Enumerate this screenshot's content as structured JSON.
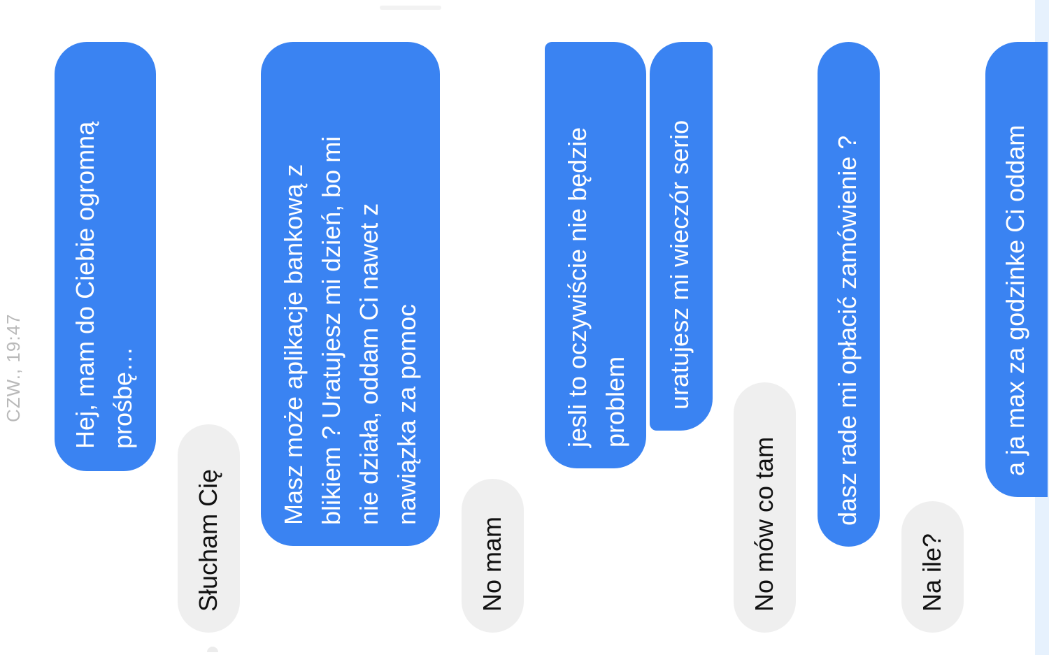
{
  "conversation": {
    "timestamp": "CZW., 19:47",
    "messages": [
      {
        "sender": "me",
        "lines": [
          "Hej, mam do Ciebie ogromną",
          "prośbę…"
        ]
      },
      {
        "sender": "other",
        "lines": [
          "Słucham Cię"
        ]
      },
      {
        "sender": "me",
        "lines": [
          "Masz może aplikacje bankową z",
          "blikiem ? Uratujesz mi dzień, bo mi",
          "nie działa, oddam Ci nawet z",
          "nawiązka za pomoc"
        ]
      },
      {
        "sender": "other",
        "lines": [
          "No mam"
        ]
      },
      {
        "sender": "me",
        "lines": [
          "jesli to oczywiście nie będzie",
          "problem"
        ]
      },
      {
        "sender": "me",
        "lines": [
          "uratujesz mi wieczór serio"
        ]
      },
      {
        "sender": "other",
        "lines": [
          "No mów co tam"
        ]
      },
      {
        "sender": "me",
        "lines": [
          "dasz rade mi opłacić zamówienie ?"
        ]
      },
      {
        "sender": "other",
        "lines": [
          "Na ile?"
        ]
      },
      {
        "sender": "me",
        "lines": [
          "a ja max za godzinke Ci oddam"
        ]
      }
    ]
  },
  "colors": {
    "outgoing_bubble": "#3a83f2",
    "incoming_bubble": "#efefef",
    "timestamp_text": "#b9b9b9"
  }
}
